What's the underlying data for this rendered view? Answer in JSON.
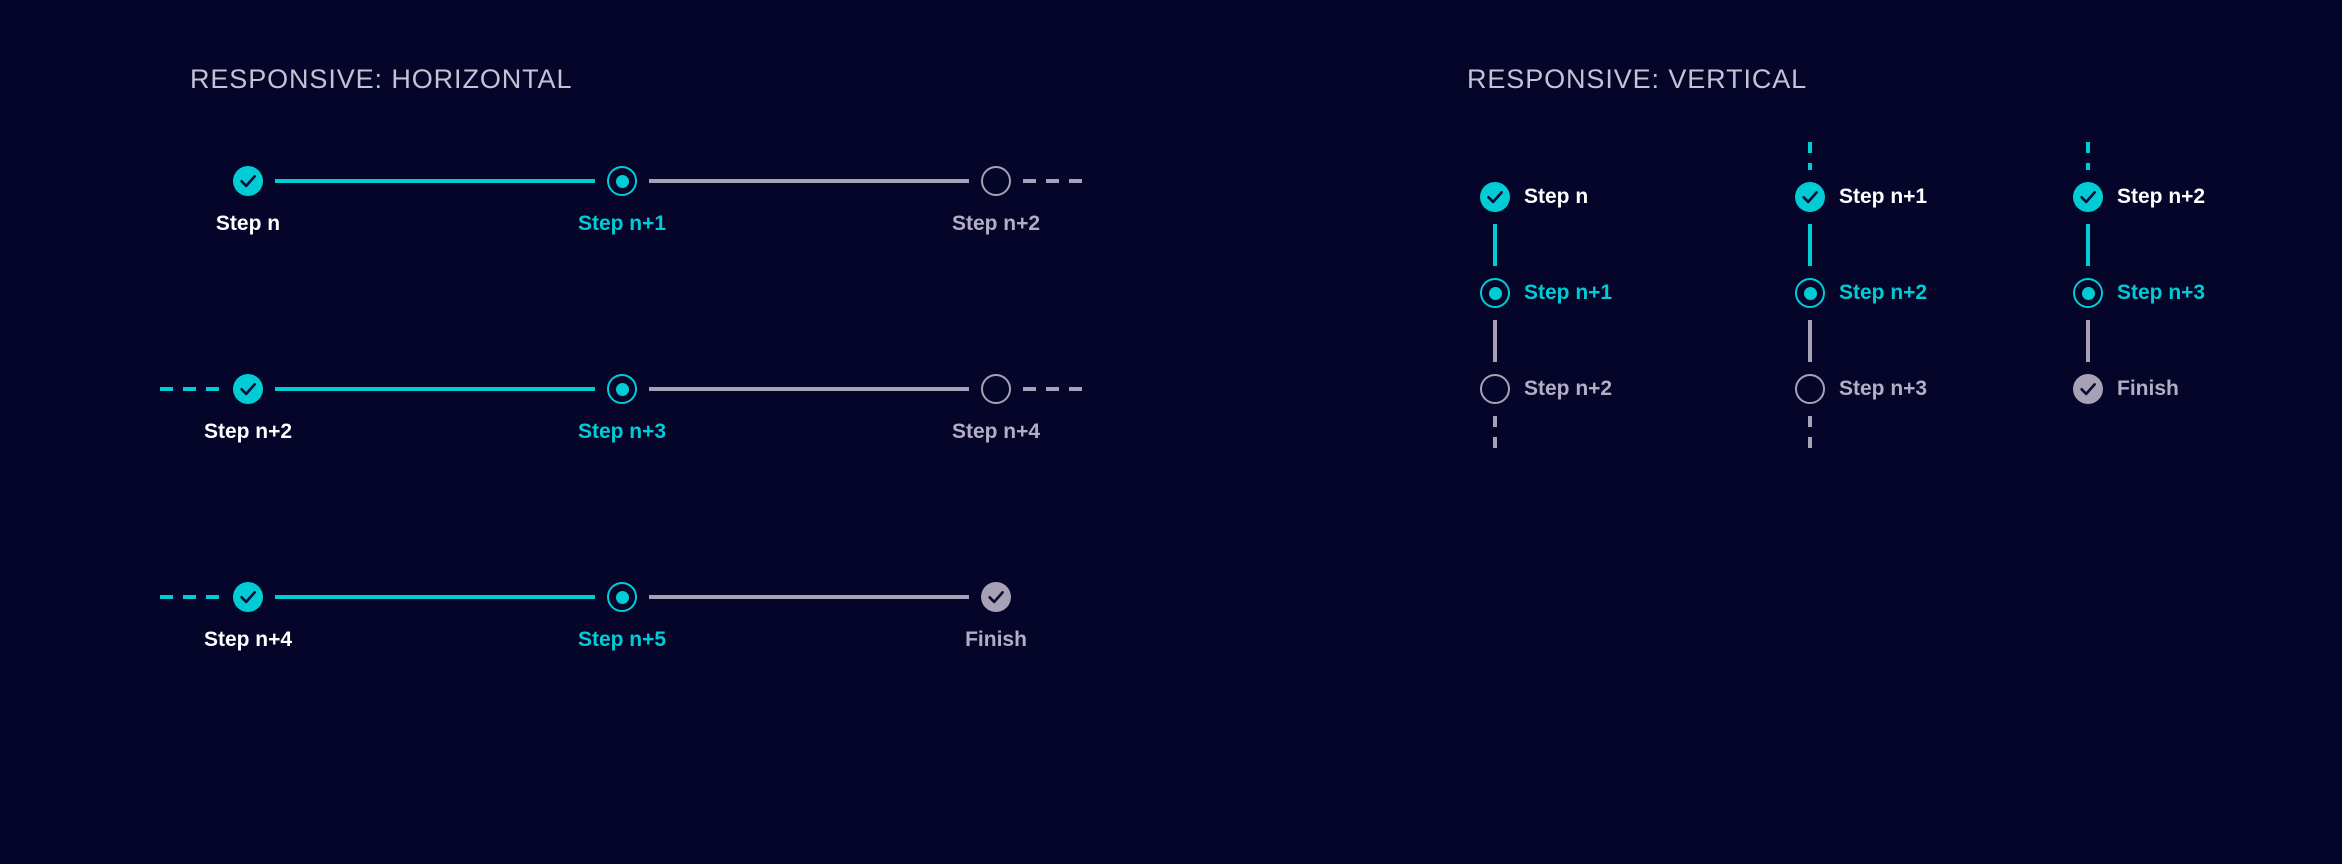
{
  "background_color": "#050429",
  "colors": {
    "accent": "#00ccd6",
    "pending": "#a7a1b6",
    "label_done": "#ffffff",
    "label_current": "#00ccd6",
    "label_upcoming": "#b4aec4",
    "heading": "#c5c2d4",
    "check_stroke": "#0b0a33"
  },
  "horizontal": {
    "title": "RESPONSIVE: HORIZONTAL",
    "rows": [
      {
        "lead_dash": false,
        "trail_dash": true,
        "steps": [
          {
            "label": "Step n",
            "state": "done"
          },
          {
            "label": "Step n+1",
            "state": "current"
          },
          {
            "label": "Step n+2",
            "state": "upcoming"
          }
        ]
      },
      {
        "lead_dash": true,
        "trail_dash": true,
        "steps": [
          {
            "label": "Step n+2",
            "state": "done"
          },
          {
            "label": "Step n+3",
            "state": "current"
          },
          {
            "label": "Step n+4",
            "state": "upcoming"
          }
        ]
      },
      {
        "lead_dash": true,
        "trail_dash": false,
        "steps": [
          {
            "label": "Step n+4",
            "state": "done"
          },
          {
            "label": "Step n+5",
            "state": "current"
          },
          {
            "label": "Finish",
            "state": "finish"
          }
        ]
      }
    ]
  },
  "vertical": {
    "title": "RESPONSIVE: VERTICAL",
    "columns": [
      {
        "lead_dash": false,
        "trail_dash": true,
        "steps": [
          {
            "label": "Step n",
            "state": "done"
          },
          {
            "label": "Step n+1",
            "state": "current"
          },
          {
            "label": "Step n+2",
            "state": "upcoming"
          }
        ]
      },
      {
        "lead_dash": true,
        "trail_dash": true,
        "steps": [
          {
            "label": "Step n+1",
            "state": "done"
          },
          {
            "label": "Step n+2",
            "state": "current"
          },
          {
            "label": "Step n+3",
            "state": "upcoming"
          }
        ]
      },
      {
        "lead_dash": true,
        "trail_dash": false,
        "steps": [
          {
            "label": "Step n+2",
            "state": "done"
          },
          {
            "label": "Step n+3",
            "state": "current"
          },
          {
            "label": "Finish",
            "state": "finish"
          }
        ]
      }
    ]
  },
  "icons": {
    "check": "check-icon",
    "dot": "dot-icon"
  }
}
